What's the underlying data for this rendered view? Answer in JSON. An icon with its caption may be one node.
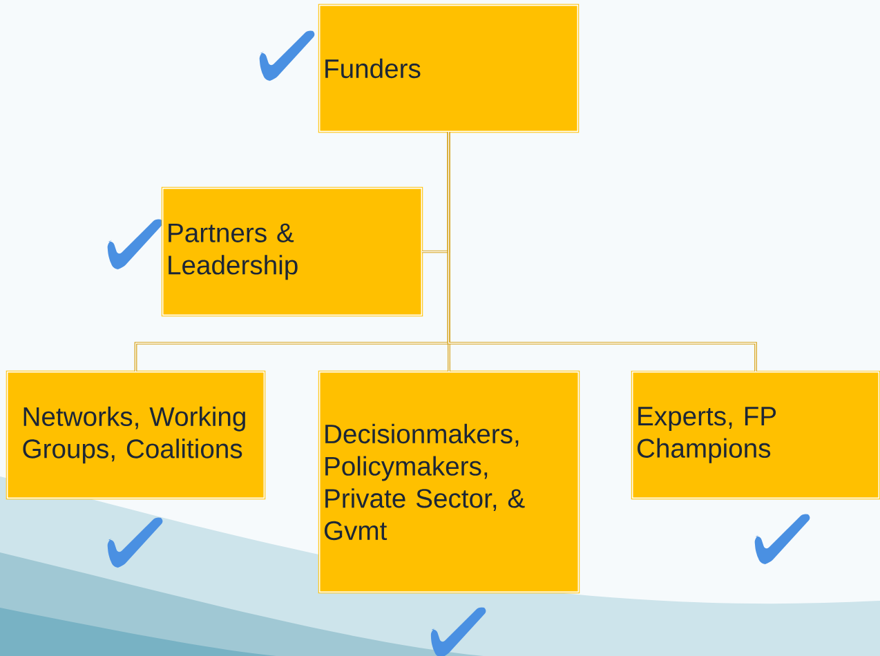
{
  "diagram": {
    "nodes": [
      {
        "text": [
          "Funders"
        ]
      },
      {
        "text": [
          "Partners & Leadership"
        ]
      },
      {
        "text": [
          "Networks, Working Groups, Coalitions"
        ]
      },
      {
        "text": [
          "Decisionmakers, Policymakers, Private Sector, & Gvmt"
        ]
      },
      {
        "text": [
          "Experts, FP Champions"
        ]
      }
    ],
    "edges": [
      {
        "from": 0,
        "to": 1,
        "arrow": "none"
      },
      {
        "from": 0,
        "to": 2,
        "arrow": "none"
      },
      {
        "from": 0,
        "to": 3,
        "arrow": "none"
      },
      {
        "from": 0,
        "to": 4,
        "arrow": "none"
      }
    ]
  }
}
